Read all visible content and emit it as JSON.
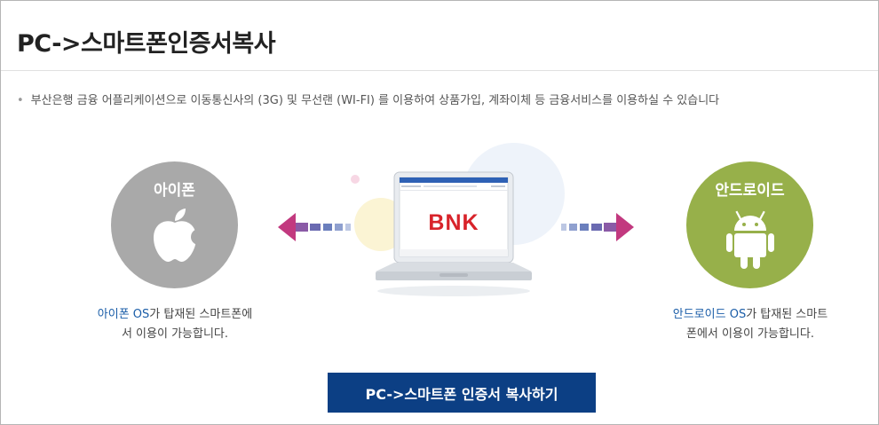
{
  "page": {
    "title": "PC->스마트폰인증서복사",
    "description": "부산은행 금융 어플리케이션으로 이동통신사의 (3G) 및 무선랜 (WI-FI) 를 이용하여 상품가입, 계좌이체 등 금융서비스를 이용하실 수 있습니다"
  },
  "iphone": {
    "circle_label": "아이폰",
    "os_name": "아이폰 OS",
    "caption_rest": "가 탑재된 스마트폰에",
    "caption_line2": "서 이용이 가능합니다."
  },
  "android": {
    "circle_label": "안드로이드",
    "os_name": "안드로이드 OS",
    "caption_rest": "가 탑재된 스마트",
    "caption_line2": "폰에서 이용이 가능합니다."
  },
  "laptop": {
    "logo_text": "BNK"
  },
  "action": {
    "copy_button_label": "PC->스마트폰 인증서 복사하기"
  },
  "colors": {
    "iphone_circle": "#a9a9a9",
    "android_circle": "#97b04a",
    "button": "#0c3f84",
    "os_link": "#1a5da8",
    "logo": "#d8232a"
  },
  "icons": {
    "iphone": "apple-logo-icon",
    "android": "android-robot-icon",
    "arrows": "arrow-left-icon, arrow-right-icon"
  }
}
